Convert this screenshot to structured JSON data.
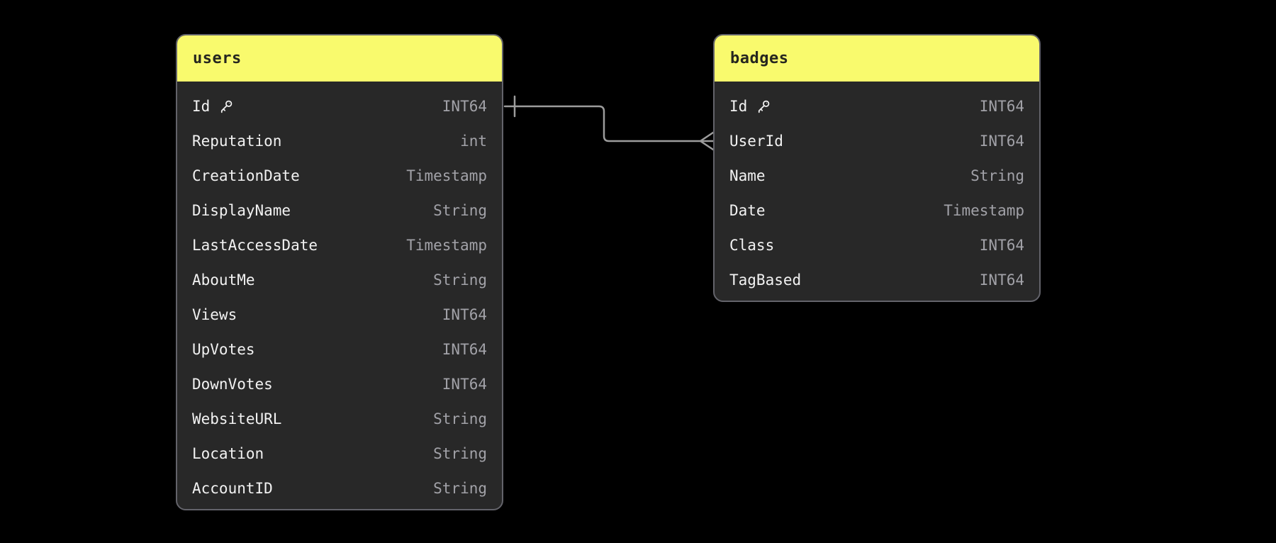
{
  "app": {
    "view": "er-diagram",
    "background_color": "#000000"
  },
  "colors": {
    "table_header": "#f9fa6d",
    "table_body": "#282828",
    "table_border": "#63636a",
    "field_name_text": "#f2f2f2",
    "field_type_text": "#a2a2a8",
    "header_text": "#26261f",
    "connector_line": "#9c9c9c"
  },
  "diagram": {
    "tables": [
      {
        "id": "users",
        "title": "users",
        "fields": [
          {
            "name": "Id",
            "type": "INT64",
            "primary_key": true
          },
          {
            "name": "Reputation",
            "type": "int",
            "primary_key": false
          },
          {
            "name": "CreationDate",
            "type": "Timestamp",
            "primary_key": false
          },
          {
            "name": "DisplayName",
            "type": "String",
            "primary_key": false
          },
          {
            "name": "LastAccessDate",
            "type": "Timestamp",
            "primary_key": false
          },
          {
            "name": "AboutMe",
            "type": "String",
            "primary_key": false
          },
          {
            "name": "Views",
            "type": "INT64",
            "primary_key": false
          },
          {
            "name": "UpVotes",
            "type": "INT64",
            "primary_key": false
          },
          {
            "name": "DownVotes",
            "type": "INT64",
            "primary_key": false
          },
          {
            "name": "WebsiteURL",
            "type": "String",
            "primary_key": false
          },
          {
            "name": "Location",
            "type": "String",
            "primary_key": false
          },
          {
            "name": "AccountID",
            "type": "String",
            "primary_key": false
          }
        ]
      },
      {
        "id": "badges",
        "title": "badges",
        "fields": [
          {
            "name": "Id",
            "type": "INT64",
            "primary_key": true
          },
          {
            "name": "UserId",
            "type": "INT64",
            "primary_key": false
          },
          {
            "name": "Name",
            "type": "String",
            "primary_key": false
          },
          {
            "name": "Date",
            "type": "Timestamp",
            "primary_key": false
          },
          {
            "name": "Class",
            "type": "INT64",
            "primary_key": false
          },
          {
            "name": "TagBased",
            "type": "INT64",
            "primary_key": false
          }
        ]
      }
    ],
    "relationships": [
      {
        "from_table": "users",
        "from_field": "Id",
        "from_cardinality": "one",
        "to_table": "badges",
        "to_field": "UserId",
        "to_cardinality": "many"
      }
    ]
  }
}
